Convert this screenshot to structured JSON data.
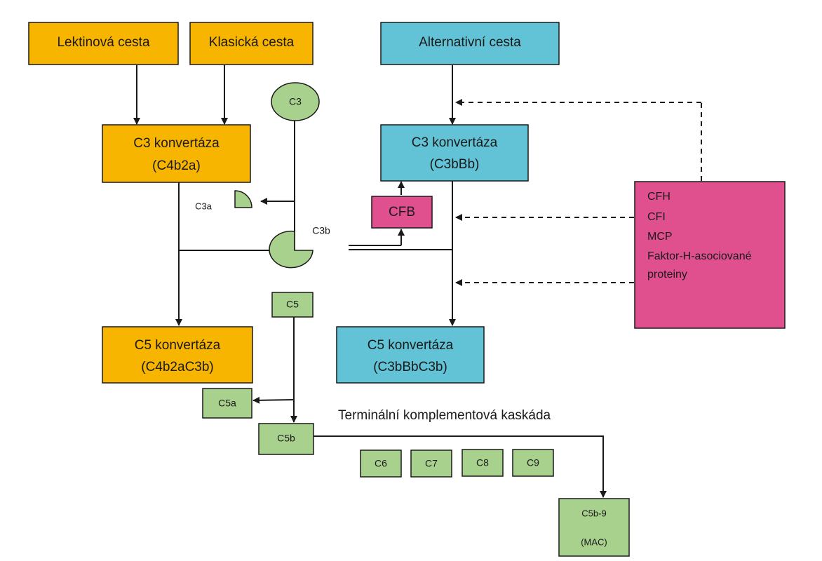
{
  "colors": {
    "orange": "#F7B500",
    "blue": "#62C2D6",
    "pink": "#E0508F",
    "green": "#A9D18E",
    "line": "#1a1a1a"
  },
  "pathways": {
    "lectin": "Lektinová cesta",
    "classical": "Klasická cesta",
    "alternative": "Alternativní cesta"
  },
  "convertases": {
    "c3_classical": {
      "line1": "C3 konvertáza",
      "line2": "(C4b2a)"
    },
    "c3_alternative": {
      "line1": "C3 konvertáza",
      "line2": "(C3bBb)"
    },
    "c5_classical": {
      "line1": "C5 konvertáza",
      "line2": "(C4b2aC3b)"
    },
    "c5_alternative": {
      "line1": "C5 konvertáza",
      "line2": "(C3bBbC3b)"
    }
  },
  "components": {
    "c3": "C3",
    "c3a": "C3a",
    "c3b": "C3b",
    "cfb": "CFB",
    "c5": "C5",
    "c5a": "C5a",
    "c5b": "C5b",
    "c6": "C6",
    "c7": "C7",
    "c8": "C8",
    "c9": "C9",
    "mac_line1": "C5b-9",
    "mac_line2": "(MAC)"
  },
  "regulators": [
    "CFH",
    "CFI",
    "MCP",
    "Faktor-H-asociované",
    "proteiny"
  ],
  "terminal_label": "Terminální komplementová kaskáda"
}
